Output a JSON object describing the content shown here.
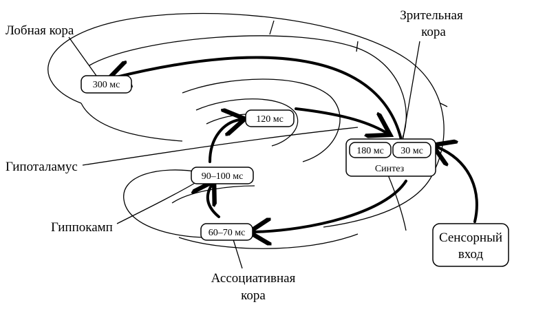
{
  "labels": {
    "frontal_cortex": "Лобная кора",
    "visual_cortex_line1": "Зрительная",
    "visual_cortex_line2": "кора",
    "hypothalamus": "Гипоталамус",
    "hippocampus": "Гиппокамп",
    "association_cortex_line1": "Ассоциативная",
    "association_cortex_line2": "кора",
    "sensory_input_line1": "Сенсорный",
    "sensory_input_line2": "вход"
  },
  "timings": {
    "frontal": "300 мс",
    "t120": "120 мс",
    "t180": "180 мс",
    "t30": "30 мс",
    "synthesis": "Синтез",
    "hypothalamus_hippocampus": "90–100 мс",
    "association": "60–70 мс"
  }
}
